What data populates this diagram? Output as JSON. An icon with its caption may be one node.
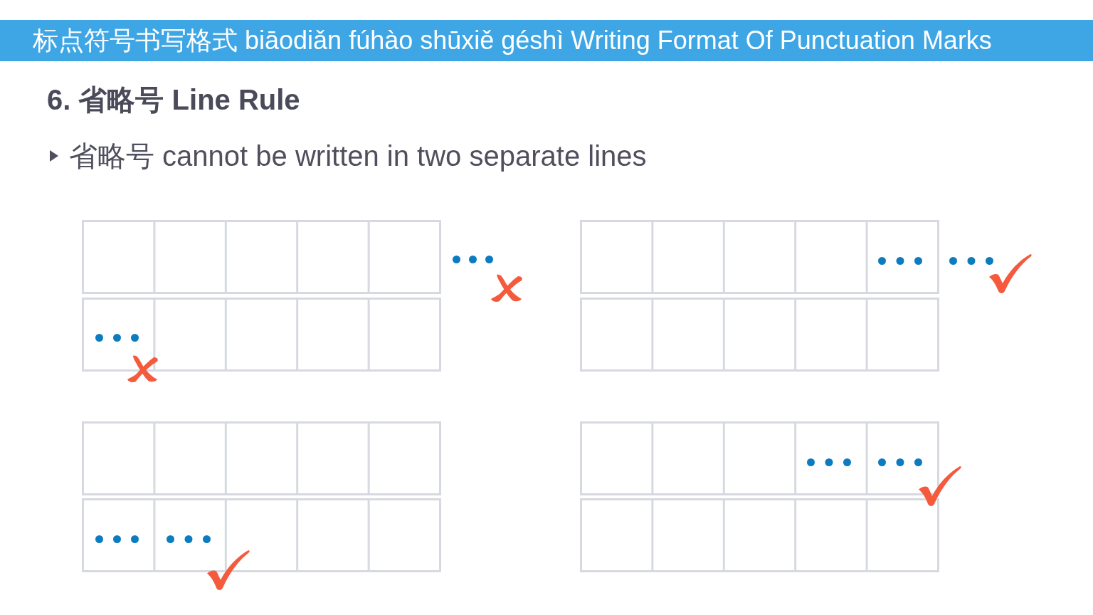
{
  "diagram": {
    "title": "标点符号书写格式 biāodiǎn fúhào shūxiě géshì Writing Format Of Punctuation Marks",
    "labels": [
      "6. 省略号 Line Rule",
      "省略号 cannot be written in two separate lines"
    ]
  }
}
